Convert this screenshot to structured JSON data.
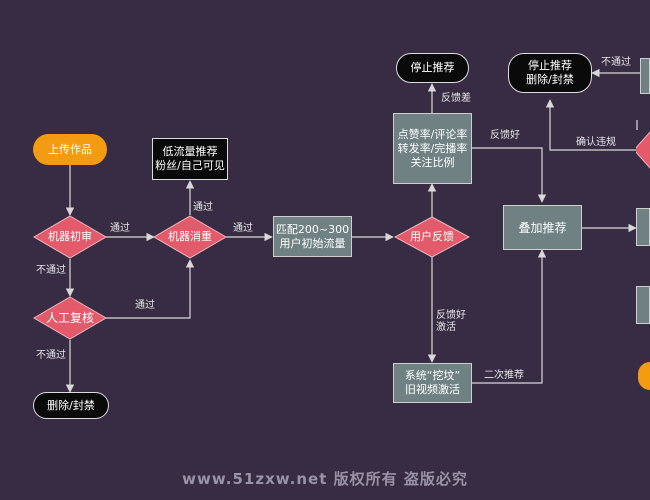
{
  "nodes": {
    "upload": "上传作品",
    "machine_review": "机器初审",
    "manual_review": "人工复核",
    "delete_ban_left": "删除/封禁",
    "machine_dedupe": "机器消重",
    "low_traffic": "低流量推荐\n粉丝/自己可见",
    "match_users": "匹配200~300\n用户初始流量",
    "user_feedback": "用户反馈",
    "metrics": "点赞率/评论率\n转发率/完播率\n关注比例",
    "stop_recommend_top": "停止推荐",
    "dig_old": "系统“挖坟”\n旧视频激活",
    "boost": "叠加推荐",
    "stop_delete_ban": "停止推荐\n删除/封禁"
  },
  "labels": {
    "pass_1": "通过",
    "pass_2": "通过",
    "pass_3": "通过",
    "pass_4": "通过",
    "fail_1": "不通过",
    "fail_2": "不通过",
    "fail_3": "不通过",
    "feedback_bad": "反馈差",
    "feedback_good_1": "反馈好",
    "feedback_good_activate": "反馈好\n激活",
    "second_recommend": "二次推荐",
    "confirm_violation": "确认违规"
  },
  "watermark": "www.51zxw.net  版权所有 盗版必究",
  "colors": {
    "background": "#372c44",
    "diamond_fill": "#e35a6b",
    "gray_box": "#6f8183",
    "orange": "#f39c12",
    "line": "#d8d8d8"
  }
}
